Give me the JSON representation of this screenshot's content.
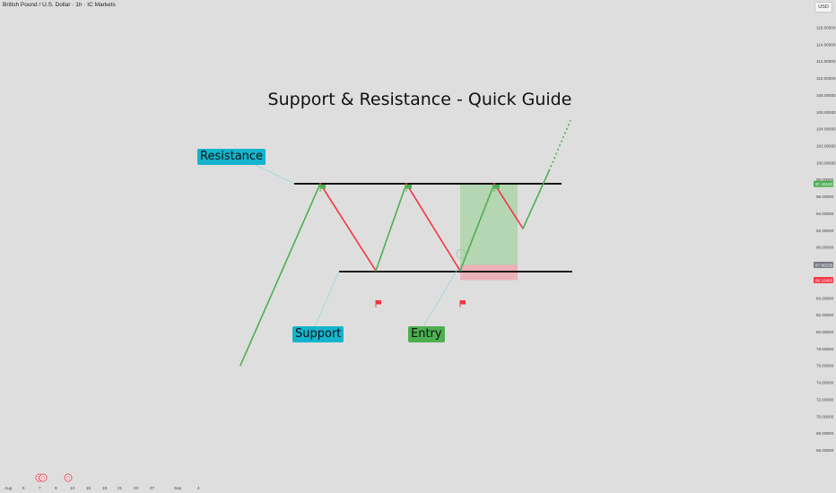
{
  "header": {
    "symbol": "British Pound / U.S. Dollar · 1h · IC Markets",
    "currency": "USD"
  },
  "annotations": {
    "title": "Support & Resistance - Quick Guide",
    "resistance_label": "Resistance",
    "support_label": "Support",
    "entry_label": "Entry"
  },
  "colors": {
    "background": "#dedede",
    "up": "#4caf50",
    "down": "#f23645",
    "level_line": "#000000",
    "callout_blue": "#14b4cc",
    "callout_green": "#4caf50",
    "profit_zone": "#b5d6b2",
    "loss_zone": "#eab1b6"
  },
  "chart_data": {
    "type": "line",
    "y_axis": {
      "range": [
        65,
        117
      ],
      "ticks": [
        "66.00000",
        "68.00000",
        "70.00000",
        "72.00000",
        "74.00000",
        "76.00000",
        "78.00000",
        "80.00000",
        "82.00000",
        "84.00000",
        "86.00000",
        "88.00000",
        "90.00000",
        "92.00000",
        "94.00000",
        "96.00000",
        "98.00000",
        "100.00000",
        "102.00000",
        "104.00000",
        "106.00000",
        "108.00000",
        "110.00000",
        "112.00000",
        "114.00000",
        "116.00000"
      ],
      "price_tags": [
        {
          "label": "97.48150",
          "value": 97.48,
          "color": "#4caf50"
        },
        {
          "label": "87.90225",
          "value": 87.9,
          "color": "#787b86"
        },
        {
          "label": "86.10465",
          "value": 86.1,
          "color": "#f23645"
        }
      ]
    },
    "x_axis": {
      "ticks": [
        "Aug",
        "5",
        "7",
        "9",
        "13",
        "15",
        "19",
        "21",
        "23",
        "27",
        "Sep",
        "4"
      ]
    },
    "levels": {
      "resistance": 97.5,
      "support": 87.1
    },
    "path": [
      {
        "x": 0,
        "y": 76.0
      },
      {
        "x": 1,
        "y": 97.5
      },
      {
        "x": 2,
        "y": 87.2
      },
      {
        "x": 3,
        "y": 97.5
      },
      {
        "x": 4,
        "y": 87.2
      },
      {
        "x": 5,
        "y": 97.5
      },
      {
        "x": 6,
        "y": 92.2
      },
      {
        "x": 7,
        "y": 99.0
      }
    ],
    "projection": [
      {
        "x": 7,
        "y": 99.0
      },
      {
        "x": 8,
        "y": 105.0
      }
    ],
    "position": {
      "entry": 87.9,
      "target": 97.48,
      "stop": 86.1
    },
    "flags_high": 3,
    "flags_low": 2
  }
}
